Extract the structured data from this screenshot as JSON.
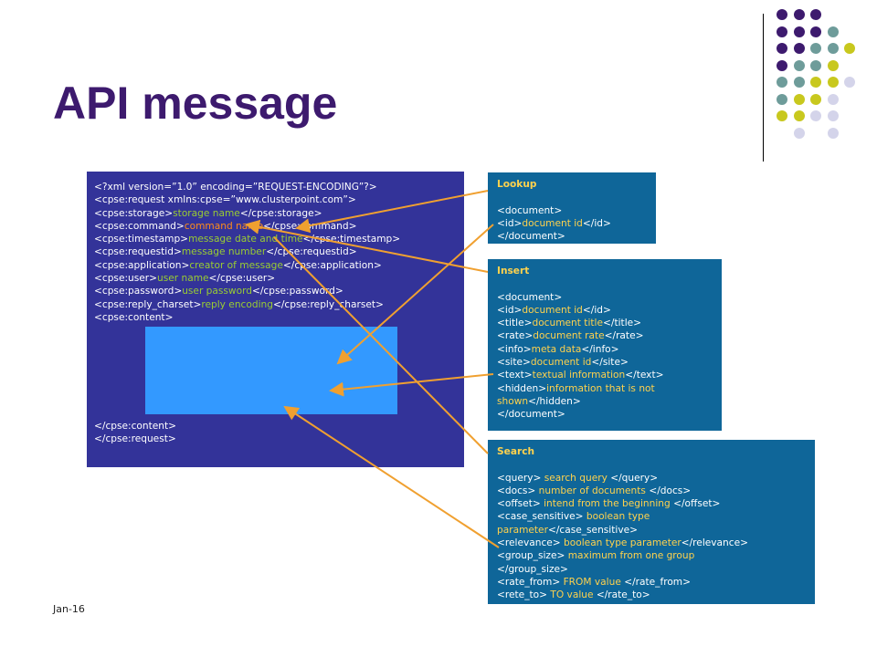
{
  "slide": {
    "title": "API message",
    "footer": "Jan-16"
  },
  "decoration": {
    "dot_colors": [
      "#3d1a6e",
      "#6e9c9a",
      "#c8c81e",
      "#d4d4ea"
    ],
    "dot_grid": [
      [
        "#3d1a6e",
        "#3d1a6e",
        "#3d1a6e",
        "",
        "",
        ""
      ],
      [
        "#3d1a6e",
        "#3d1a6e",
        "#3d1a6e",
        "#6e9c9a",
        "",
        ""
      ],
      [
        "#3d1a6e",
        "#3d1a6e",
        "#6e9c9a",
        "#6e9c9a",
        "#c8c81e",
        ""
      ],
      [
        "#3d1a6e",
        "#6e9c9a",
        "#6e9c9a",
        "#c8c81e",
        "",
        ""
      ],
      [
        "#6e9c9a",
        "#6e9c9a",
        "#c8c81e",
        "#c8c81e",
        "#d4d4ea",
        ""
      ],
      [
        "#6e9c9a",
        "#c8c81e",
        "#c8c81e",
        "#d4d4ea",
        "",
        ""
      ],
      [
        "#c8c81e",
        "#c8c81e",
        "#d4d4ea",
        "#d4d4ea",
        "",
        ""
      ],
      [
        "",
        "#d4d4ea",
        "",
        "#d4d4ea",
        "",
        ""
      ]
    ]
  },
  "xml": {
    "lines": [
      [
        {
          "t": "<?xml version=”1.0” encoding=”REQUEST-ENCODING”?>",
          "c": "w"
        }
      ],
      [
        {
          "t": "<cpse:request xmlns:cpse=”www.clusterpoint.com”>",
          "c": "w"
        }
      ],
      [
        {
          "t": "<cpse:storage>",
          "c": "w"
        },
        {
          "t": "storage name",
          "c": "v"
        },
        {
          "t": "</cpse:storage>",
          "c": "w"
        }
      ],
      [
        {
          "t": "<cpse:command>",
          "c": "w"
        },
        {
          "t": "command name",
          "c": "o"
        },
        {
          "t": "</cpse:command>",
          "c": "w"
        }
      ],
      [
        {
          "t": "<cpse:timestamp>",
          "c": "w"
        },
        {
          "t": "message date and time",
          "c": "v"
        },
        {
          "t": "</cpse:timestamp>",
          "c": "w"
        }
      ],
      [
        {
          "t": "<cpse:requestid>",
          "c": "w"
        },
        {
          "t": "message number",
          "c": "v"
        },
        {
          "t": "</cpse:requestid>",
          "c": "w"
        }
      ],
      [
        {
          "t": "<cpse:application>",
          "c": "w"
        },
        {
          "t": "creator of message",
          "c": "v"
        },
        {
          "t": "</cpse:application>",
          "c": "w"
        }
      ],
      [
        {
          "t": "<cpse:user>",
          "c": "w"
        },
        {
          "t": "user name",
          "c": "v"
        },
        {
          "t": "</cpse:user>",
          "c": "w"
        }
      ],
      [
        {
          "t": "<cpse:password>",
          "c": "w"
        },
        {
          "t": "user password",
          "c": "v"
        },
        {
          "t": "</cpse:password>",
          "c": "w"
        }
      ],
      [
        {
          "t": "<cpse:reply_charset>",
          "c": "w"
        },
        {
          "t": "reply encoding",
          "c": "v"
        },
        {
          "t": "</cpse:reply_charset>",
          "c": "w"
        }
      ],
      [
        {
          "t": "<cpse:content>",
          "c": "w"
        }
      ]
    ],
    "end_lines": [
      "</cpse:content>",
      "</cpse:request>"
    ]
  },
  "lookup": {
    "title": "Lookup",
    "lines": [
      [],
      [
        {
          "t": "<document>",
          "c": "w"
        }
      ],
      [
        {
          "t": "<id>",
          "c": "w"
        },
        {
          "t": "document id",
          "c": "v"
        },
        {
          "t": "</id>",
          "c": "w"
        }
      ],
      [
        {
          "t": "</document>",
          "c": "w"
        }
      ]
    ]
  },
  "insert": {
    "title": "Insert",
    "lines": [
      [],
      [
        {
          "t": "<document>",
          "c": "w"
        }
      ],
      [
        {
          "t": "<id>",
          "c": "w"
        },
        {
          "t": "document id",
          "c": "v"
        },
        {
          "t": "</id>",
          "c": "w"
        }
      ],
      [
        {
          "t": "<title>",
          "c": "w"
        },
        {
          "t": "document title",
          "c": "v"
        },
        {
          "t": "</title>",
          "c": "w"
        }
      ],
      [
        {
          "t": "<rate>",
          "c": "w"
        },
        {
          "t": "document rate",
          "c": "v"
        },
        {
          "t": "</rate>",
          "c": "w"
        }
      ],
      [
        {
          "t": "<info>",
          "c": "w"
        },
        {
          "t": "meta data",
          "c": "v"
        },
        {
          "t": "</info>",
          "c": "w"
        }
      ],
      [
        {
          "t": "<site>",
          "c": "w"
        },
        {
          "t": "document id",
          "c": "v"
        },
        {
          "t": "</site>",
          "c": "w"
        }
      ],
      [
        {
          "t": "<text>",
          "c": "w"
        },
        {
          "t": "textual information",
          "c": "v"
        },
        {
          "t": "</text>",
          "c": "w"
        }
      ],
      [
        {
          "t": "<hidden>",
          "c": "w"
        },
        {
          "t": "information that is not",
          "c": "v"
        }
      ],
      [
        {
          "t": "shown",
          "c": "v"
        },
        {
          "t": "</hidden>",
          "c": "w"
        }
      ],
      [
        {
          "t": "</document>",
          "c": "w"
        }
      ]
    ]
  },
  "search": {
    "title": "Search",
    "lines": [
      [],
      [
        {
          "t": "<query> ",
          "c": "w"
        },
        {
          "t": "search query ",
          "c": "v"
        },
        {
          "t": "</query>",
          "c": "w"
        }
      ],
      [
        {
          "t": "<docs> ",
          "c": "w"
        },
        {
          "t": "number of documents ",
          "c": "v"
        },
        {
          "t": "</docs>",
          "c": "w"
        }
      ],
      [
        {
          "t": "<offset> ",
          "c": "w"
        },
        {
          "t": "intend from the beginning ",
          "c": "v"
        },
        {
          "t": "</offset>",
          "c": "w"
        }
      ],
      [
        {
          "t": "<case_sensitive> ",
          "c": "w"
        },
        {
          "t": "boolean type",
          "c": "v"
        }
      ],
      [
        {
          "t": "parameter",
          "c": "v"
        },
        {
          "t": "</case_sensitive>",
          "c": "w"
        }
      ],
      [
        {
          "t": "<relevance> ",
          "c": "w"
        },
        {
          "t": "boolean type parameter",
          "c": "v"
        },
        {
          "t": "</relevance>",
          "c": "w"
        }
      ],
      [
        {
          "t": "<group_size> ",
          "c": "w"
        },
        {
          "t": "maximum from one group",
          "c": "v"
        }
      ],
      [
        {
          "t": "</group_size>",
          "c": "w"
        }
      ],
      [
        {
          "t": "<rate_from> ",
          "c": "w"
        },
        {
          "t": "FROM value ",
          "c": "v"
        },
        {
          "t": "</rate_from>",
          "c": "w"
        }
      ],
      [
        {
          "t": "<rete_to> ",
          "c": "w"
        },
        {
          "t": "TO value ",
          "c": "v"
        },
        {
          "t": "</rate_to>",
          "c": "w"
        }
      ]
    ]
  },
  "colors": {
    "title": "#3d1a6e",
    "xml_bg": "#333399",
    "content_bg": "#3399ff",
    "panel_bg": "#0f6699",
    "arrow": "#f0a030",
    "value_green": "#9acd32",
    "value_yellow": "#ffd24d",
    "command_orange": "#ff8c1a"
  }
}
